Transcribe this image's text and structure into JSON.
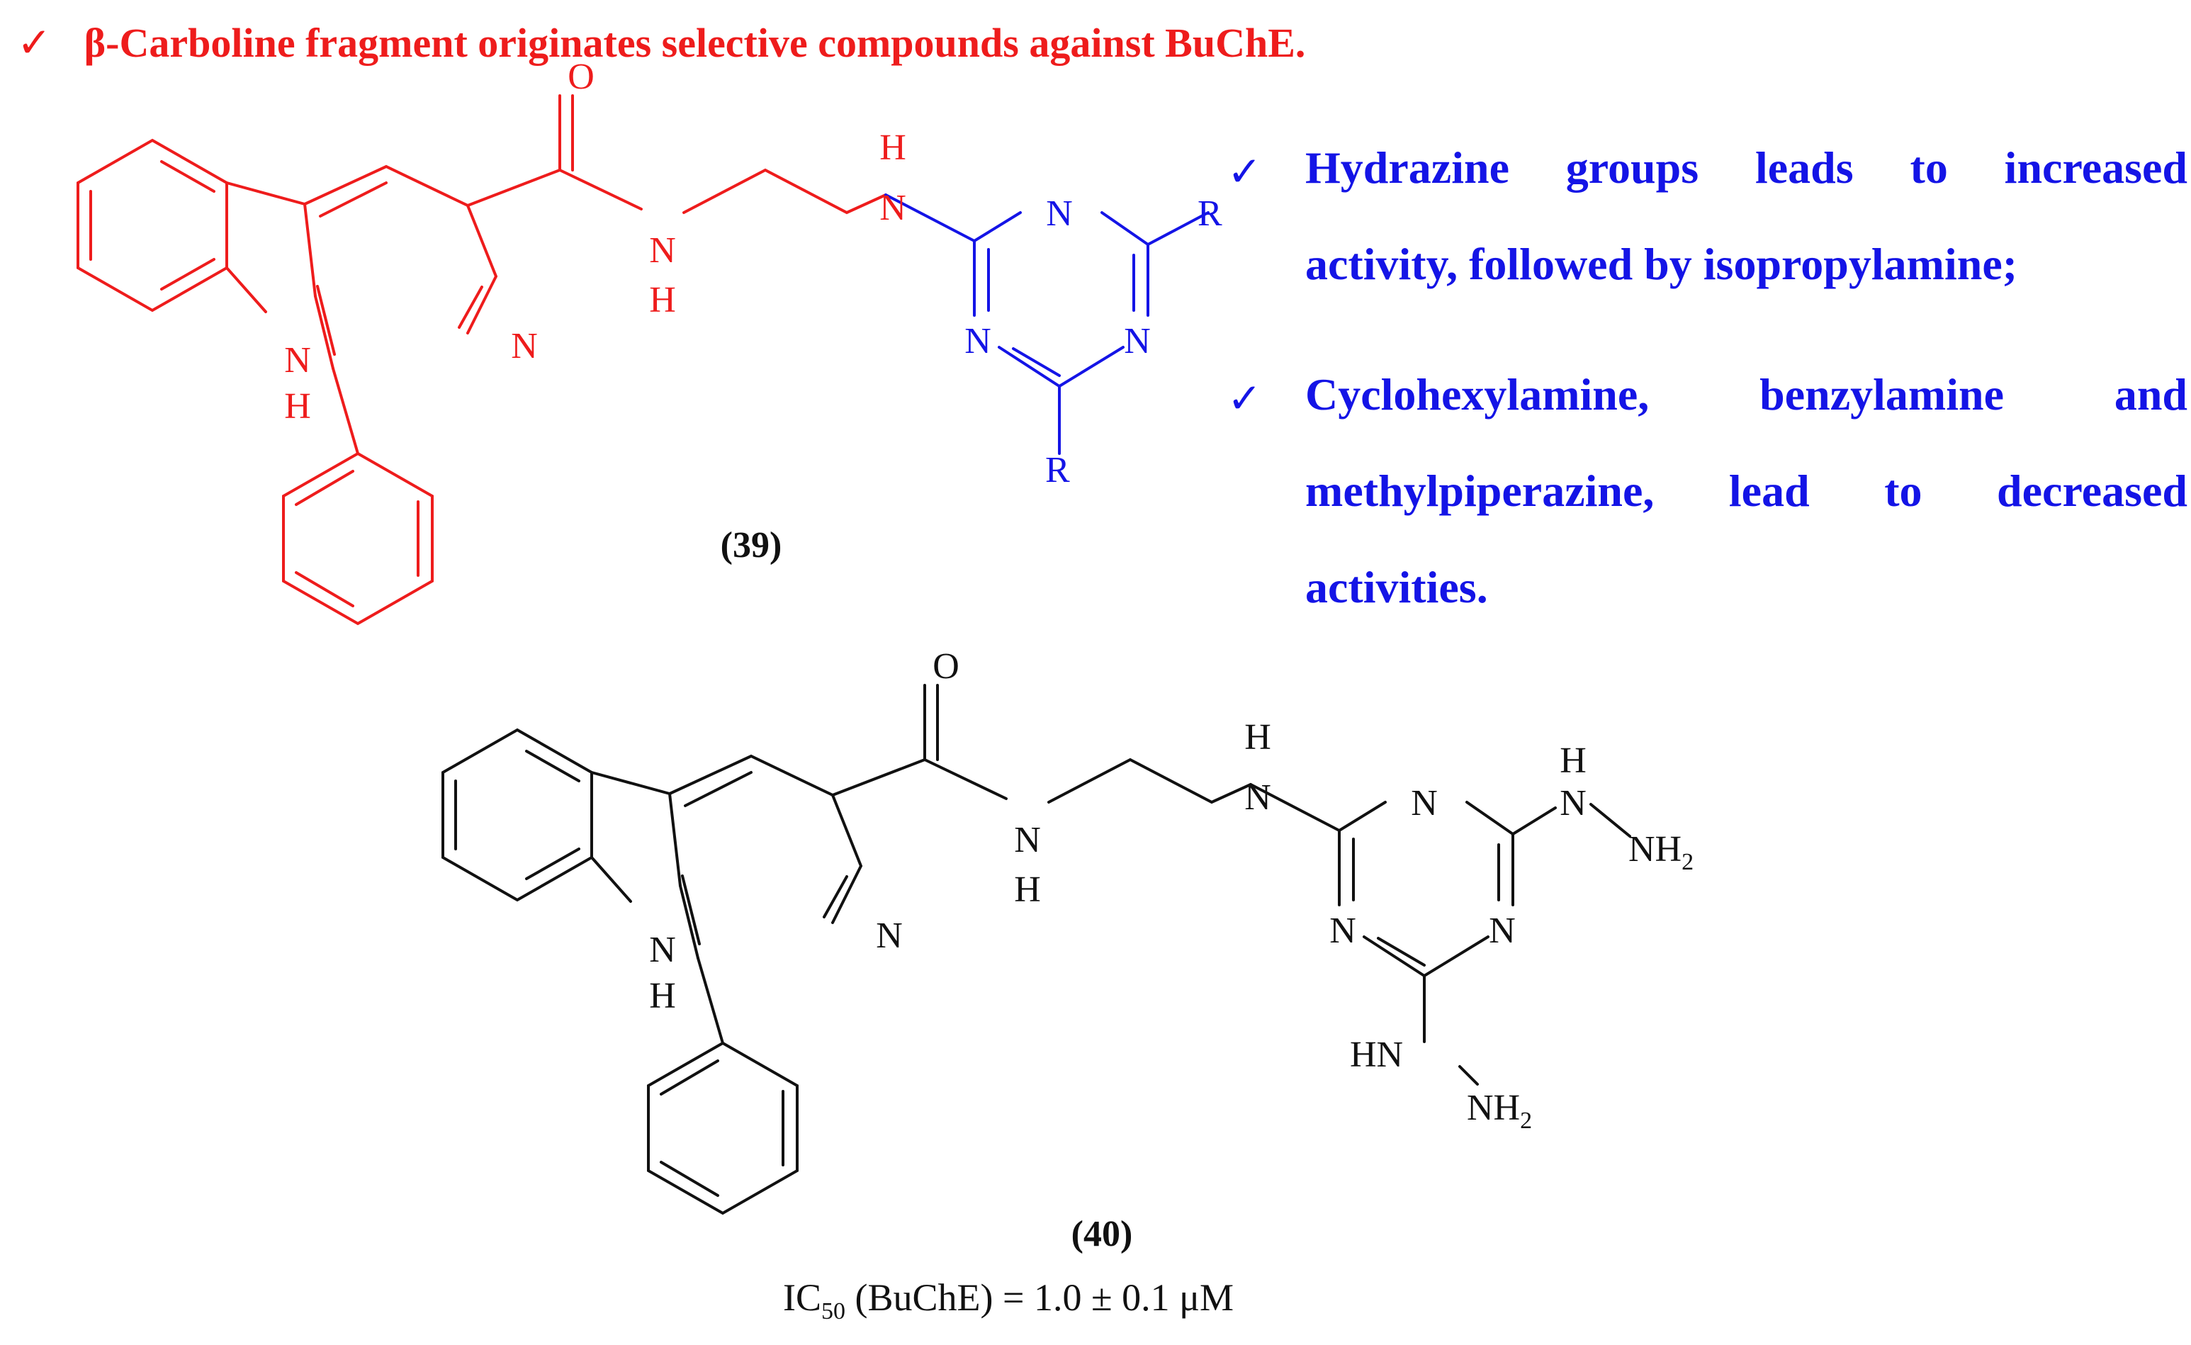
{
  "header": {
    "check": "✓",
    "text": "β-Carboline fragment originates selective compounds against BuChE."
  },
  "bullets": [
    {
      "check": "✓",
      "lines": [
        "Hydrazine groups leads to increased",
        "activity, followed by isopropylamine;"
      ]
    },
    {
      "check": "✓",
      "lines": [
        "Cyclohexylamine, benzylamine and",
        "methylpiperazine, lead to decreased",
        "activities."
      ]
    }
  ],
  "compound39": {
    "label": "(39)",
    "atoms": {
      "O": "O",
      "H_top": "H",
      "N_amine": "N",
      "N_amide": "N",
      "H_amide": "H",
      "N_pyr": "N",
      "N_indole": "N",
      "H_indole": "H",
      "N_t1": "N",
      "N_t2": "N",
      "N_t3": "N",
      "R1": "R",
      "R2": "R"
    }
  },
  "compound40": {
    "label": "(40)",
    "ic50_prefix": "IC",
    "ic50_sub": "50",
    "ic50_rest": " (BuChE) = 1.0 ± 0.1 μM",
    "atoms": {
      "O": "O",
      "H_top": "H",
      "N_amine": "N",
      "N_amide": "N",
      "H_amide": "H",
      "N_pyr": "N",
      "N_indole": "N",
      "H_indole": "H",
      "N_t1": "N",
      "N_t2": "N",
      "N_t3": "N",
      "H_hz1": "H",
      "N_hz1": "N",
      "NH2_1": "NH",
      "sub2_1": "2",
      "HN_hz2": "HN",
      "NH2_2": "NH",
      "sub2_2": "2"
    }
  },
  "colors": {
    "red": "#ee1c1c",
    "blue": "#1414e6",
    "black": "#111111"
  }
}
